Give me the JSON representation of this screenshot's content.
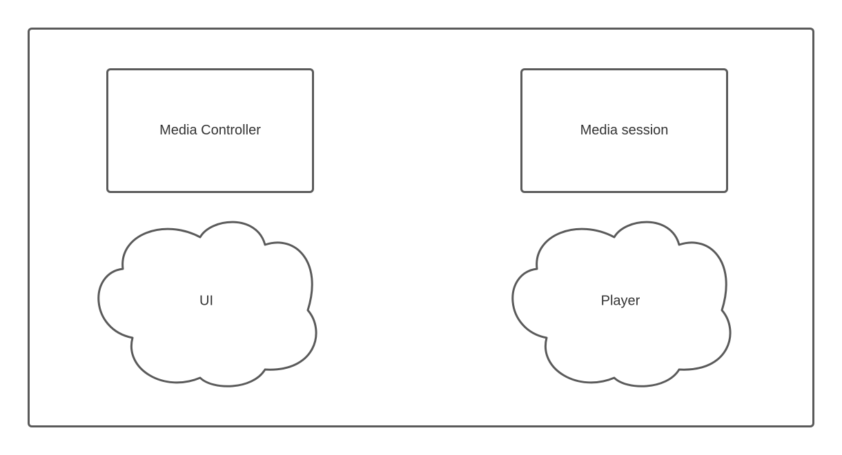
{
  "diagram": {
    "colors": {
      "stroke": "#5a5a5a",
      "text": "#333333",
      "background": "#ffffff"
    },
    "nodes": {
      "media_controller": {
        "label": "Media Controller",
        "shape": "rectangle"
      },
      "media_session": {
        "label": "Media session",
        "shape": "rectangle"
      },
      "ui": {
        "label": "UI",
        "shape": "cloud"
      },
      "player": {
        "label": "Player",
        "shape": "cloud"
      }
    }
  }
}
